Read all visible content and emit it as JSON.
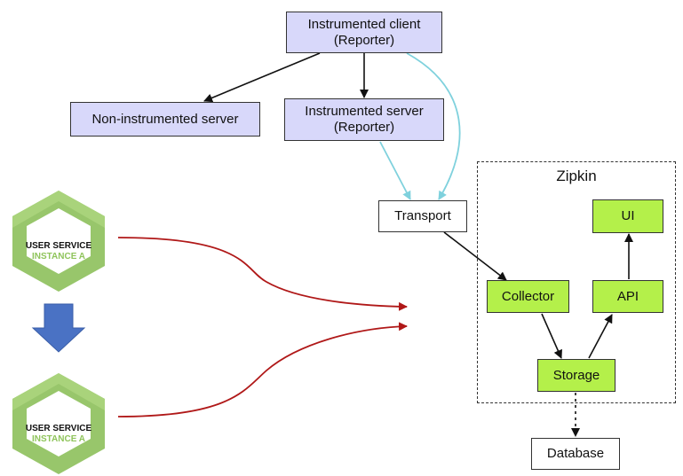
{
  "nodes": {
    "client": [
      "Instrumented client",
      "(Reporter)"
    ],
    "non_instrumented": [
      "Non-instrumented server"
    ],
    "server": [
      "Instrumented server",
      "(Reporter)"
    ],
    "transport": [
      "Transport"
    ],
    "collector": [
      "Collector"
    ],
    "api": [
      "API"
    ],
    "ui": [
      "UI"
    ],
    "storage": [
      "Storage"
    ],
    "database": [
      "Database"
    ]
  },
  "cluster_label": "Zipkin",
  "services": [
    {
      "title": "USER SERVICE",
      "instance": "INSTANCE A"
    },
    {
      "title": "USER SERVICE",
      "instance": "INSTANCE A"
    }
  ],
  "colors": {
    "purple_box": "#d8d8fa",
    "green_box": "#b4f04a",
    "cyan_arrow": "#7fd1dd",
    "red_arrow": "#b01818",
    "hex_green": "#98c66b",
    "down_arrow": "#4a72c4"
  }
}
